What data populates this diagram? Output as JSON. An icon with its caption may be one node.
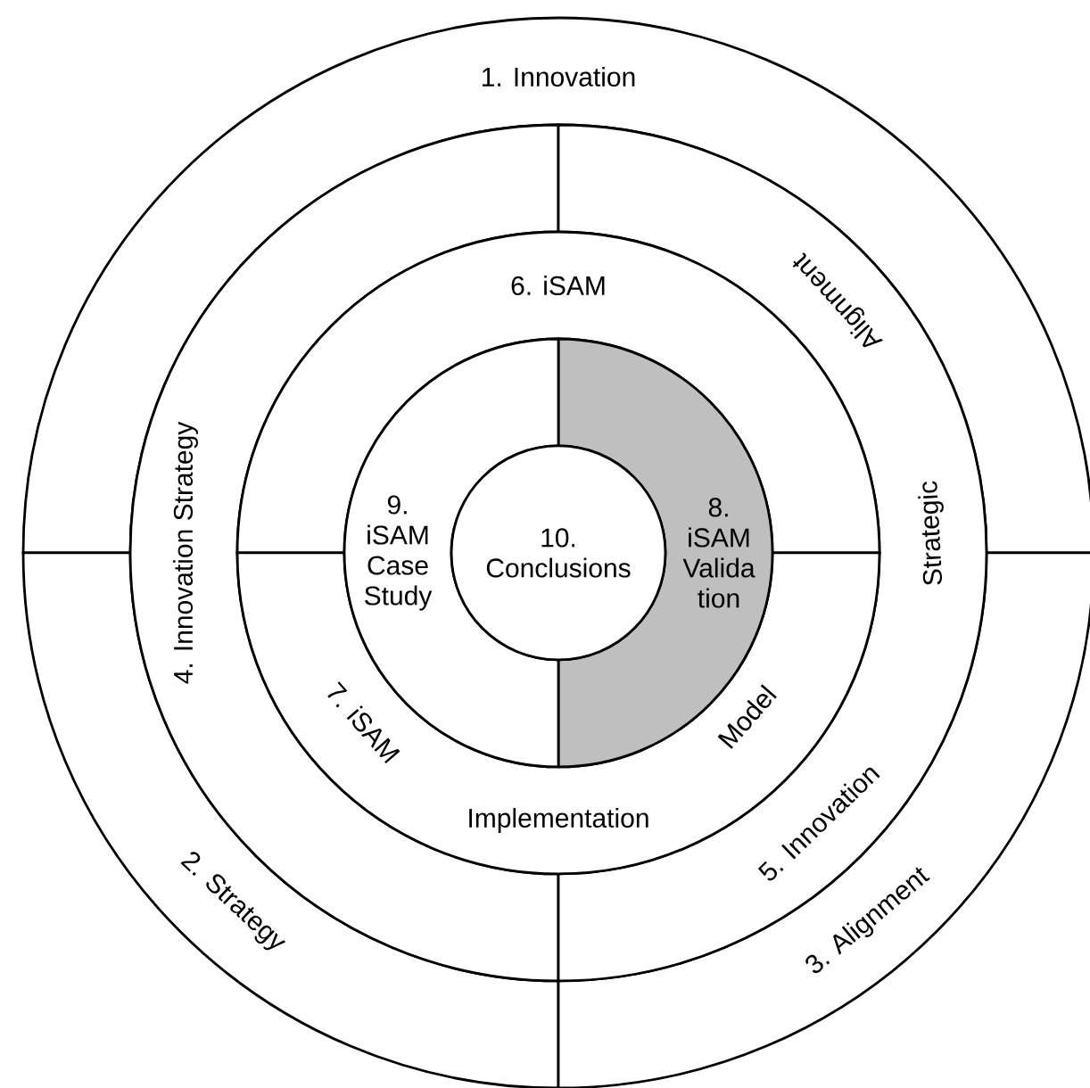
{
  "diagram": {
    "nodes": [
      {
        "text": [
          "1. Innovation"
        ]
      },
      {
        "text": [
          "2. Strategy"
        ]
      },
      {
        "text": [
          "3. Alignment"
        ]
      },
      {
        "text": [
          "4. Innovation Strategy"
        ]
      },
      {
        "text": [
          "5. Innovation",
          "Strategic",
          "Alignment"
        ]
      },
      {
        "text": [
          "6. iSAM"
        ]
      },
      {
        "text": [
          "7. iSAM",
          "Implementation",
          "Model"
        ]
      },
      {
        "text": [
          "8. iSAM Valida tion"
        ]
      },
      {
        "text": [
          "9. iSAM Case Study"
        ]
      },
      {
        "text": [
          "10. Conclusions"
        ]
      }
    ]
  }
}
